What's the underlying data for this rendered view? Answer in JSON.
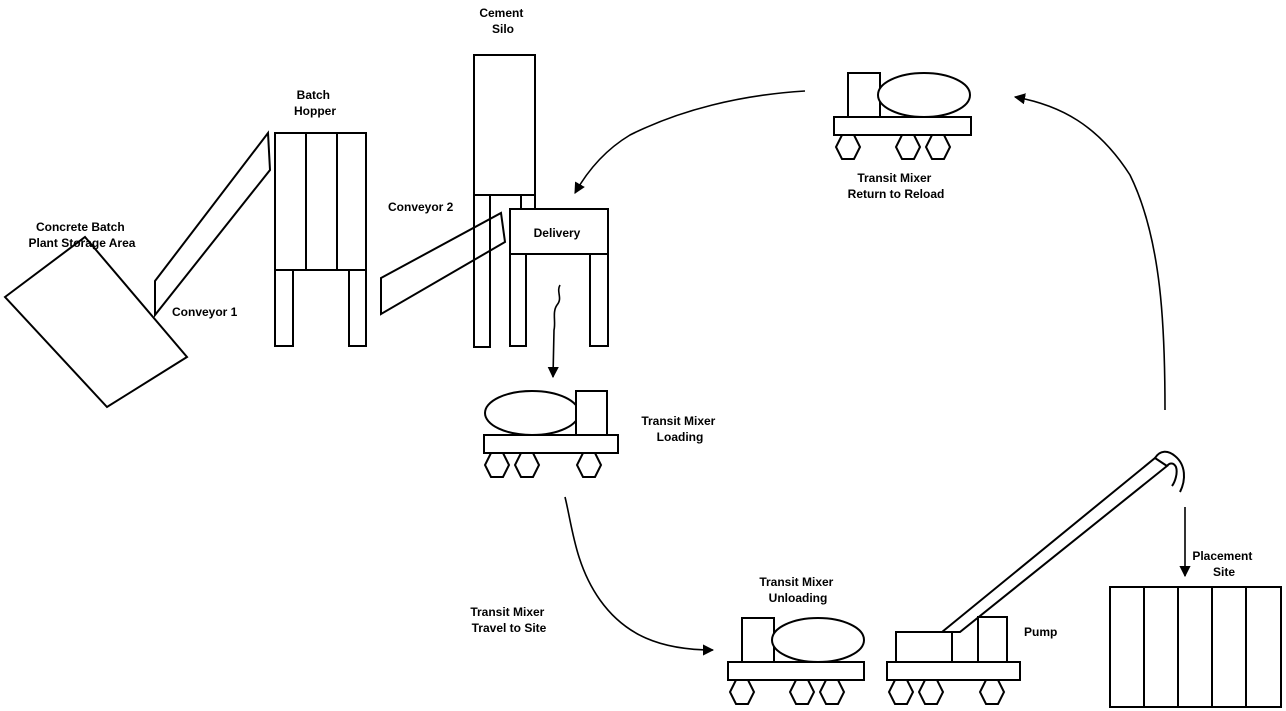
{
  "labels": {
    "storage_area": [
      "Concrete Batch",
      "Plant Storage Area"
    ],
    "conveyor_1": "Conveyor 1",
    "batch_hopper": [
      "Batch",
      "Hopper"
    ],
    "conveyor_2": "Conveyor 2",
    "cement_silo": [
      "Cement",
      "Silo"
    ],
    "delivery": "Delivery",
    "mixer_loading": [
      "Transit Mixer",
      "Loading"
    ],
    "mixer_travel": [
      "Transit Mixer",
      "Travel to Site"
    ],
    "mixer_unloading": [
      "Transit Mixer",
      "Unloading"
    ],
    "pump": "Pump",
    "placement_site": [
      "Placement",
      "Site"
    ],
    "mixer_return": [
      "Transit Mixer",
      "Return to Reload"
    ]
  },
  "colors": {
    "stroke": "#000000",
    "background": "#ffffff"
  }
}
